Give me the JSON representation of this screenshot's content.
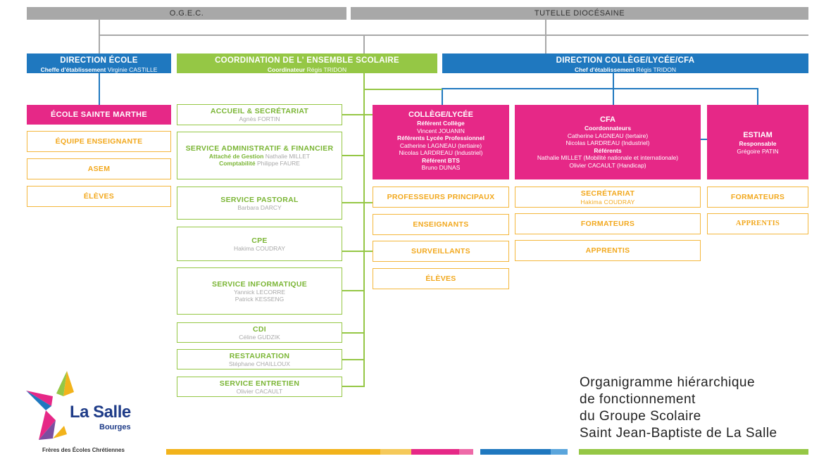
{
  "top": {
    "ogec": "O.G.E.C.",
    "tutelle": "TUTELLE DIOCÉSAINE"
  },
  "direction_ecole": {
    "title": "DIRECTION ÉCOLE",
    "role": "Cheffe d'établissement",
    "name": "Virginie CASTILLE"
  },
  "coordination": {
    "title": "COORDINATION DE L' ENSEMBLE SCOLAIRE",
    "role": "Coordinateur",
    "name": "Régis TRIDON"
  },
  "direction_college": {
    "title": "DIRECTION COLLÈGE/LYCÉE/CFA",
    "role": "Chef d'établissement",
    "name": "Régis TRIDON"
  },
  "ecole": {
    "title": "ÉCOLE SAINTE MARTHE",
    "items": [
      "ÉQUIPE ENSEIGNANTE",
      "ASEM",
      "ÉLÈVES"
    ]
  },
  "services": [
    {
      "title": "ACCUEIL & SECRÉTARIAT",
      "lines": [
        {
          "role": "",
          "name": "Agnès FORTIN"
        }
      ]
    },
    {
      "title": "SERVICE ADMINISTRATIF & FINANCIER",
      "lines": [
        {
          "role": "Attaché de Gestion",
          "name": "Nathalie MILLET"
        },
        {
          "role": "Comptabilité",
          "name": "Philippe FAURE"
        }
      ]
    },
    {
      "title": "SERVICE PASTORAL",
      "lines": [
        {
          "role": "",
          "name": "Barbara DARCY"
        }
      ]
    },
    {
      "title": "CPE",
      "lines": [
        {
          "role": "",
          "name": "Hakima COUDRAY"
        }
      ]
    },
    {
      "title": "SERVICE INFORMATIQUE",
      "lines": [
        {
          "role": "",
          "name": "Yannick LECORRE"
        },
        {
          "role": "",
          "name": "Patrick KESSENG"
        }
      ]
    },
    {
      "title": "CDI",
      "lines": [
        {
          "role": "",
          "name": "Céline GUDZIK"
        }
      ]
    },
    {
      "title": "RESTAURATION",
      "lines": [
        {
          "role": "",
          "name": "Stéphane CHAILLOUX"
        }
      ]
    },
    {
      "title": "SERVICE ENTRETIEN",
      "lines": [
        {
          "role": "",
          "name": "Olivier CACAULT"
        }
      ]
    }
  ],
  "college": {
    "title": "COLLÈGE/LYCÉE",
    "ref_college_label": "Référent Collège",
    "ref_college": "Vincent JOUANIN",
    "ref_lycee_label": "Référents Lycée Professionnel",
    "ref_lycee_1": "Catherine LAGNEAU (tertiaire)",
    "ref_lycee_2": "Nicolas LARDREAU (Industriel)",
    "ref_bts_label": "Référent BTS",
    "ref_bts": "Bruno DUNAS",
    "items": [
      "PROFESSEURS PRINCIPAUX",
      "ENSEIGNANTS",
      "SURVEILLANTS",
      "ÉLÈVES"
    ]
  },
  "cfa": {
    "title": "CFA",
    "coord_label": "Coordonnateurs",
    "coord_1": "Catherine LAGNEAU (tertaire)",
    "coord_2": "Nicolas LARDREAU (Industriel)",
    "ref_label": "Référents",
    "ref_1": "Nathalie MILLET (Mobilité nationale et internationale)",
    "ref_2": "Olivier CACAULT (Handicap)",
    "secretariat_title": "SECRÉTARIAT",
    "secretariat_name": "Hakima COUDRAY",
    "items": [
      "FORMATEURS",
      "APPRENTIS"
    ]
  },
  "estiam": {
    "title": "ESTIAM",
    "role": "Responsable",
    "name": "Grégoire PATIN",
    "items": [
      "FORMATEURS",
      "APPRENTIS"
    ]
  },
  "logo": {
    "name": "La Salle",
    "city": "Bourges",
    "tagline": "Frères des Écoles Chrétiennes"
  },
  "title_lines": [
    "Organigramme hiérarchique",
    "de fonctionnement",
    "du Groupe Scolaire",
    "Saint Jean-Baptiste de La Salle"
  ],
  "colors": {
    "blue": "#1f78bf",
    "green": "#95c745",
    "pink": "#e62887",
    "orange": "#f4b73c",
    "gray": "#a8a8a8"
  }
}
